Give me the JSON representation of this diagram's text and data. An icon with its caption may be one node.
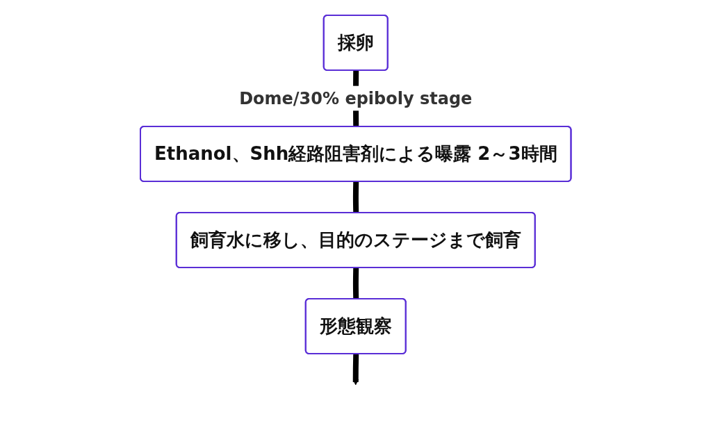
{
  "diagram": {
    "nodes": [
      {
        "text": [
          "採卵"
        ]
      },
      {
        "text": [
          "Ethanol、Shh経路阻害剤による曝露 2～3時間"
        ]
      },
      {
        "text": [
          "飼育水に移し、目的のステージまで飼育"
        ]
      },
      {
        "text": [
          "形態観察"
        ]
      }
    ],
    "edges": [
      {
        "from": 0,
        "to": 1,
        "arrow": "none",
        "label": "Dome/30% epiboly stage"
      },
      {
        "from": 1,
        "to": 2,
        "arrow": "none"
      },
      {
        "from": 2,
        "to": 3,
        "arrow": "none"
      },
      {
        "from": 3,
        "to": null,
        "arrow": "to"
      }
    ]
  }
}
